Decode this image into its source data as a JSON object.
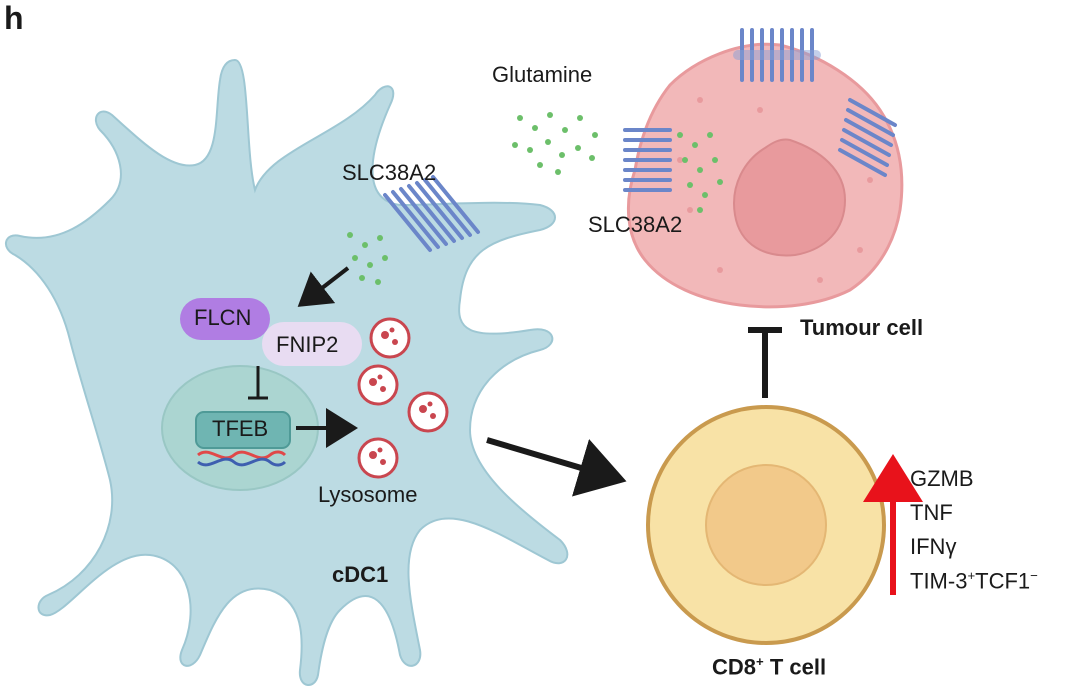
{
  "panel_letter": "h",
  "labels": {
    "glutamine": "Glutamine",
    "slc38a2_dc": "SLC38A2",
    "slc38a2_tumour": "SLC38A2",
    "flcn": "FLCN",
    "fnip2": "FNIP2",
    "tfeb": "TFEB",
    "lysosome": "Lysosome",
    "cdc1": "cDC1",
    "tumour_cell": "Tumour cell",
    "cd8_prefix": "CD8",
    "cd8_sup": "+",
    "cd8_suffix": " T cell"
  },
  "effector_list": {
    "gzmb": "GZMB",
    "tnf": "TNF",
    "ifng": "IFNγ",
    "tim3_a": "TIM-3",
    "tim3_sup1": "+",
    "tim3_b": "TCF1",
    "tim3_sup2": "−"
  },
  "colors": {
    "dc_fill": "#bcdbe3",
    "dc_stroke": "#9ec7d3",
    "tumour_fill": "#f2b8b9",
    "tumour_nucleus": "#e89a9d",
    "tcell_outer": "#f8e2a6",
    "tcell_inner": "#f2c98a",
    "flcn": "#b07de3",
    "fnip2": "#e8dcf2",
    "tfeb": "#6fb5b2",
    "transporter": "#6b86c9",
    "glutamine_dot": "#6cbf6a",
    "lysosome": "#c9464f",
    "up_arrow": "#e8121b"
  }
}
